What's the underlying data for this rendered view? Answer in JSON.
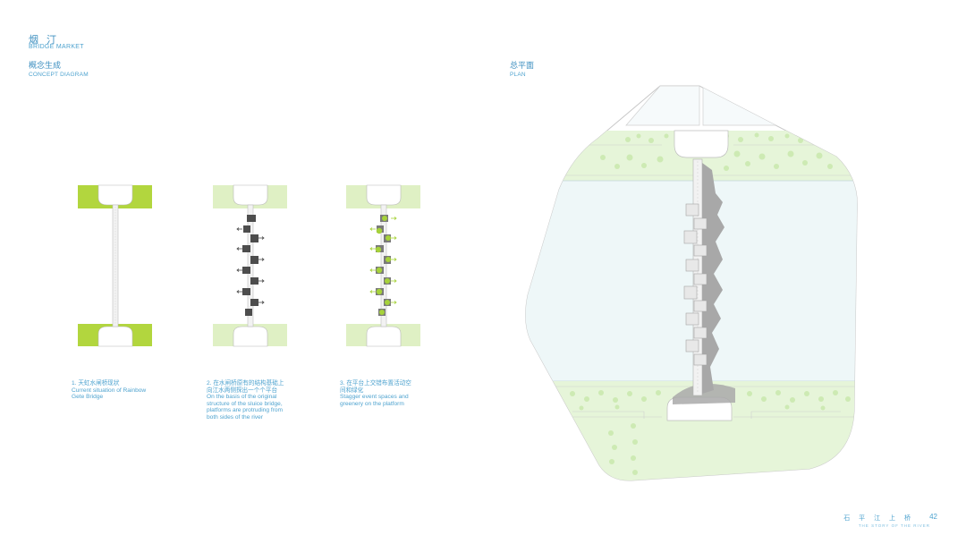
{
  "header": {
    "title_cn": "烟 汀",
    "title_en": "BRIDGE MARKET"
  },
  "concept": {
    "title_cn": "概念生成",
    "title_en": "CONCEPT DIAGRAM"
  },
  "plan": {
    "title_cn": "总平面",
    "title_en": "PLAN"
  },
  "steps": [
    {
      "line1": "1. 天虹水闸桥现状",
      "line2": "Current situation of Rainbow",
      "line3": "Gete Bridge",
      "line4": "",
      "line5": "",
      "line6": ""
    },
    {
      "line1": "2. 在水闸桥原有的结构基础上",
      "line2": "向江水两侧探出一个个平台",
      "line3": "On the basis of the original",
      "line4": "structure of the sluice bridge,",
      "line5": "platforms are protruding from",
      "line6": "both sides of the river"
    },
    {
      "line1": "3. 在平台上交错布置活动空",
      "line2": "间和绿化",
      "line3": "Stagger event spaces and",
      "line4": "greenery on the platform",
      "line5": "",
      "line6": ""
    }
  ],
  "footer": {
    "cn": "石 平 江 上 桥",
    "en": "THE STORY OF THE RIVER",
    "page": "42"
  },
  "colors": {
    "text": "#4a9bc9",
    "green_strong": "#b2d63e",
    "green_light": "#dff0c4",
    "water": "#eef7f8",
    "platform": "#4d4d4d"
  }
}
